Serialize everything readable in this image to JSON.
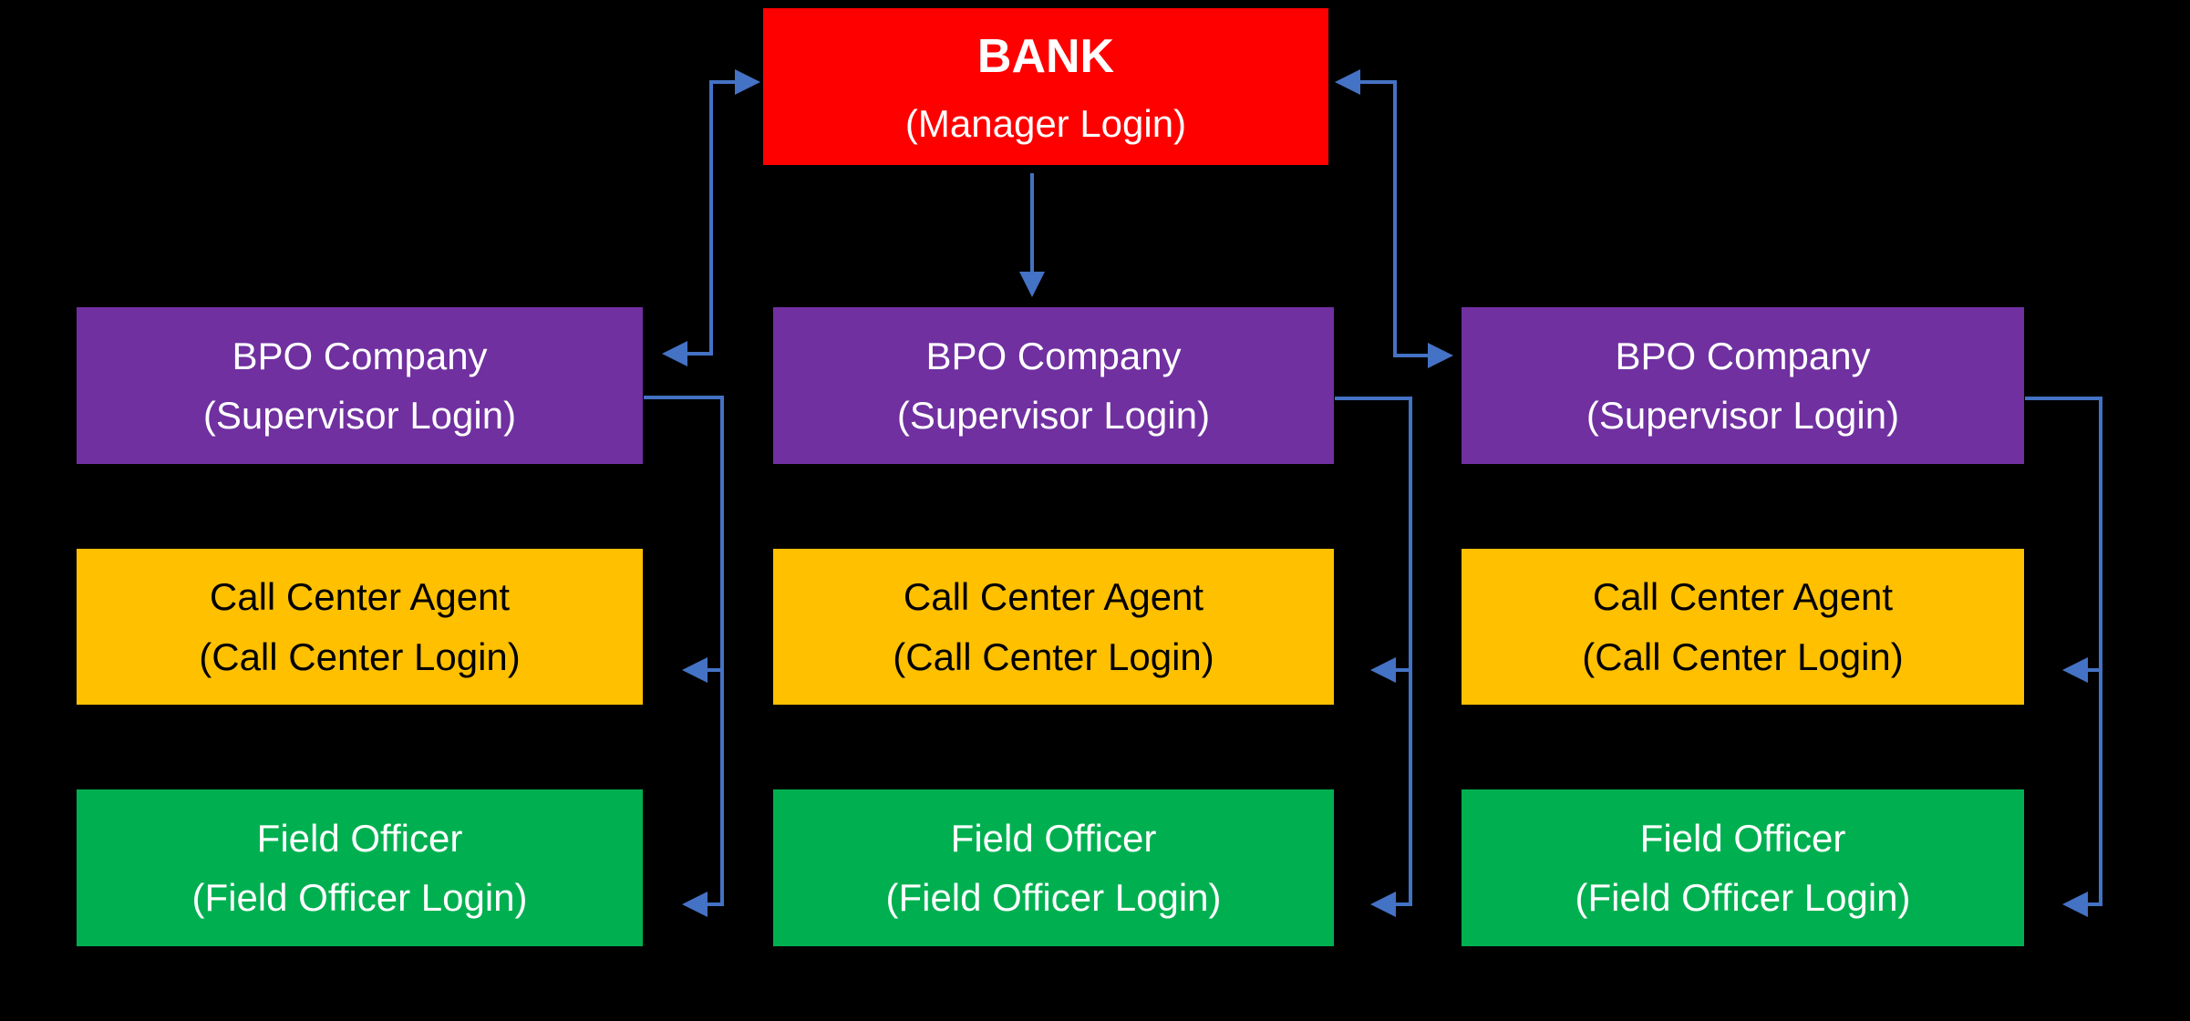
{
  "palette": {
    "background_black": "#000000",
    "bank_red": "#FF0000",
    "bpo_purple": "#7030A0",
    "call_center_gold": "#FFC000",
    "field_officer_green": "#00B050",
    "connector_blue": "#4472C4",
    "text_light": "#FFFFFF",
    "text_dark": "#000000"
  },
  "boxes": {
    "bank": {
      "title": "BANK",
      "subtitle": "(Manager Login)"
    },
    "bpo": {
      "title": "BPO Company",
      "subtitle": "(Supervisor Login)"
    },
    "call_center": {
      "title": "Call Center Agent",
      "subtitle": "(Call Center Login)"
    },
    "field_officer": {
      "title": "Field Officer",
      "subtitle": "(Field Officer Login)"
    }
  },
  "edges": [
    {
      "from": "bank",
      "to": "bpo-left",
      "direction": "bidirectional"
    },
    {
      "from": "bank",
      "to": "bpo-middle",
      "direction": "down"
    },
    {
      "from": "bank",
      "to": "bpo-right",
      "direction": "bidirectional"
    },
    {
      "from": "bpo-left",
      "to": "call-center-left",
      "direction": "into"
    },
    {
      "from": "bpo-left",
      "to": "field-officer-left",
      "direction": "into"
    },
    {
      "from": "bpo-middle",
      "to": "call-center-middle",
      "direction": "into"
    },
    {
      "from": "bpo-middle",
      "to": "field-officer-middle",
      "direction": "into"
    },
    {
      "from": "bpo-right",
      "to": "call-center-right",
      "direction": "into"
    },
    {
      "from": "bpo-right",
      "to": "field-officer-right",
      "direction": "into"
    }
  ]
}
